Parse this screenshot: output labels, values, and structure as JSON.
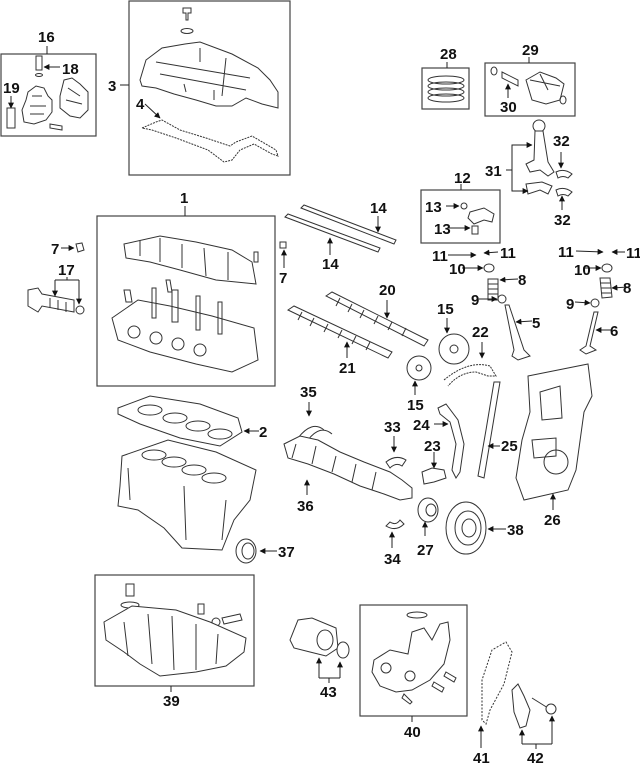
{
  "diagram": {
    "title": "Engine parts exploded view",
    "ink_color": "#111111",
    "background": "#ffffff",
    "groups": [
      {
        "id": "cylinder-head",
        "label": "1"
      },
      {
        "id": "valve-cover",
        "label": "3"
      },
      {
        "id": "oil-control-valve-group",
        "label": "16"
      },
      {
        "id": "piston-rings",
        "label": "28"
      },
      {
        "id": "piston",
        "label": "29"
      },
      {
        "id": "rocker-arm-group",
        "label": "12"
      },
      {
        "id": "oil-pan",
        "label": "39"
      },
      {
        "id": "oil-pump",
        "label": "40"
      }
    ],
    "callouts": {
      "c1": "1",
      "c2": "2",
      "c3": "3",
      "c4": "4",
      "c5": "5",
      "c6": "6",
      "c7a": "7",
      "c7b": "7",
      "c8a": "8",
      "c8b": "8",
      "c9a": "9",
      "c9b": "9",
      "c10a": "10",
      "c10b": "10",
      "c11a": "11",
      "c11b": "11",
      "c11c": "11",
      "c11d": "11",
      "c12": "12",
      "c13a": "13",
      "c13b": "13",
      "c14a": "14",
      "c14b": "14",
      "c15a": "15",
      "c15b": "15",
      "c16": "16",
      "c17": "17",
      "c18": "18",
      "c19": "19",
      "c20": "20",
      "c21": "21",
      "c22": "22",
      "c23": "23",
      "c24": "24",
      "c25": "25",
      "c26": "26",
      "c27": "27",
      "c28": "28",
      "c29": "29",
      "c30": "30",
      "c31": "31",
      "c32a": "32",
      "c32b": "32",
      "c33": "33",
      "c34": "34",
      "c35": "35",
      "c36": "36",
      "c37": "37",
      "c38": "38",
      "c39": "39",
      "c40": "40",
      "c41": "41",
      "c42": "42",
      "c43": "43"
    }
  }
}
